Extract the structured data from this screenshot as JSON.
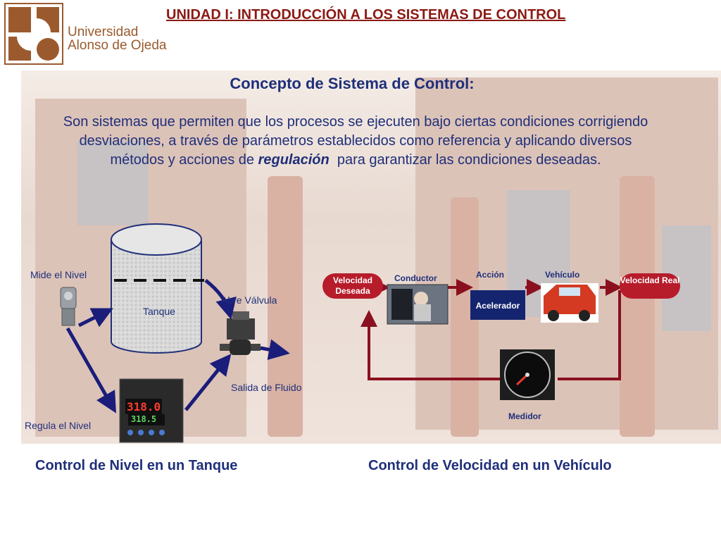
{
  "header": {
    "title": "UNIDAD I: INTRODUCCIÓN A LOS SISTEMAS DE CONTROL"
  },
  "logo": {
    "line1": "Universidad",
    "line2": "Alonso de Ojeda"
  },
  "slide": {
    "title": "Concepto de Sistema de Control:",
    "definition_before": "Son sistemas que permiten que los procesos se ejecuten bajo ciertas condiciones corrigiendo desviaciones, a través de parámetros establecidos como referencia y aplicando diversos métodos y acciones de ",
    "definition_emphasis": "regulación",
    "definition_after": "  para garantizar las condiciones deseadas."
  },
  "tank_diagram": {
    "mide_label": "Mide el Nivel",
    "tank_label": "Tanque",
    "valve_label": "Abre Válvula",
    "outlet_label": "Salida de Fluido",
    "regula_label": "Regula el Nivel",
    "controller_display_top": "318.0",
    "controller_display_bottom": "318.5",
    "caption": "Control de Nivel en un Tanque"
  },
  "vehicle_diagram": {
    "desired_speed": "Velocidad Deseada",
    "driver_label": "Conductor",
    "action_label": "Acción",
    "accelerator_label": "Acelerador",
    "vehicle_label": "Vehículo",
    "real_speed": "Velocidad Real",
    "meter_label": "Medidor",
    "caption": "Control de Velocidad en un Vehículo"
  },
  "colors": {
    "accent_red": "#b71c2b",
    "navy": "#1f2f7a",
    "header_red": "#8b1a14",
    "brand_brown": "#9b5a2e"
  }
}
